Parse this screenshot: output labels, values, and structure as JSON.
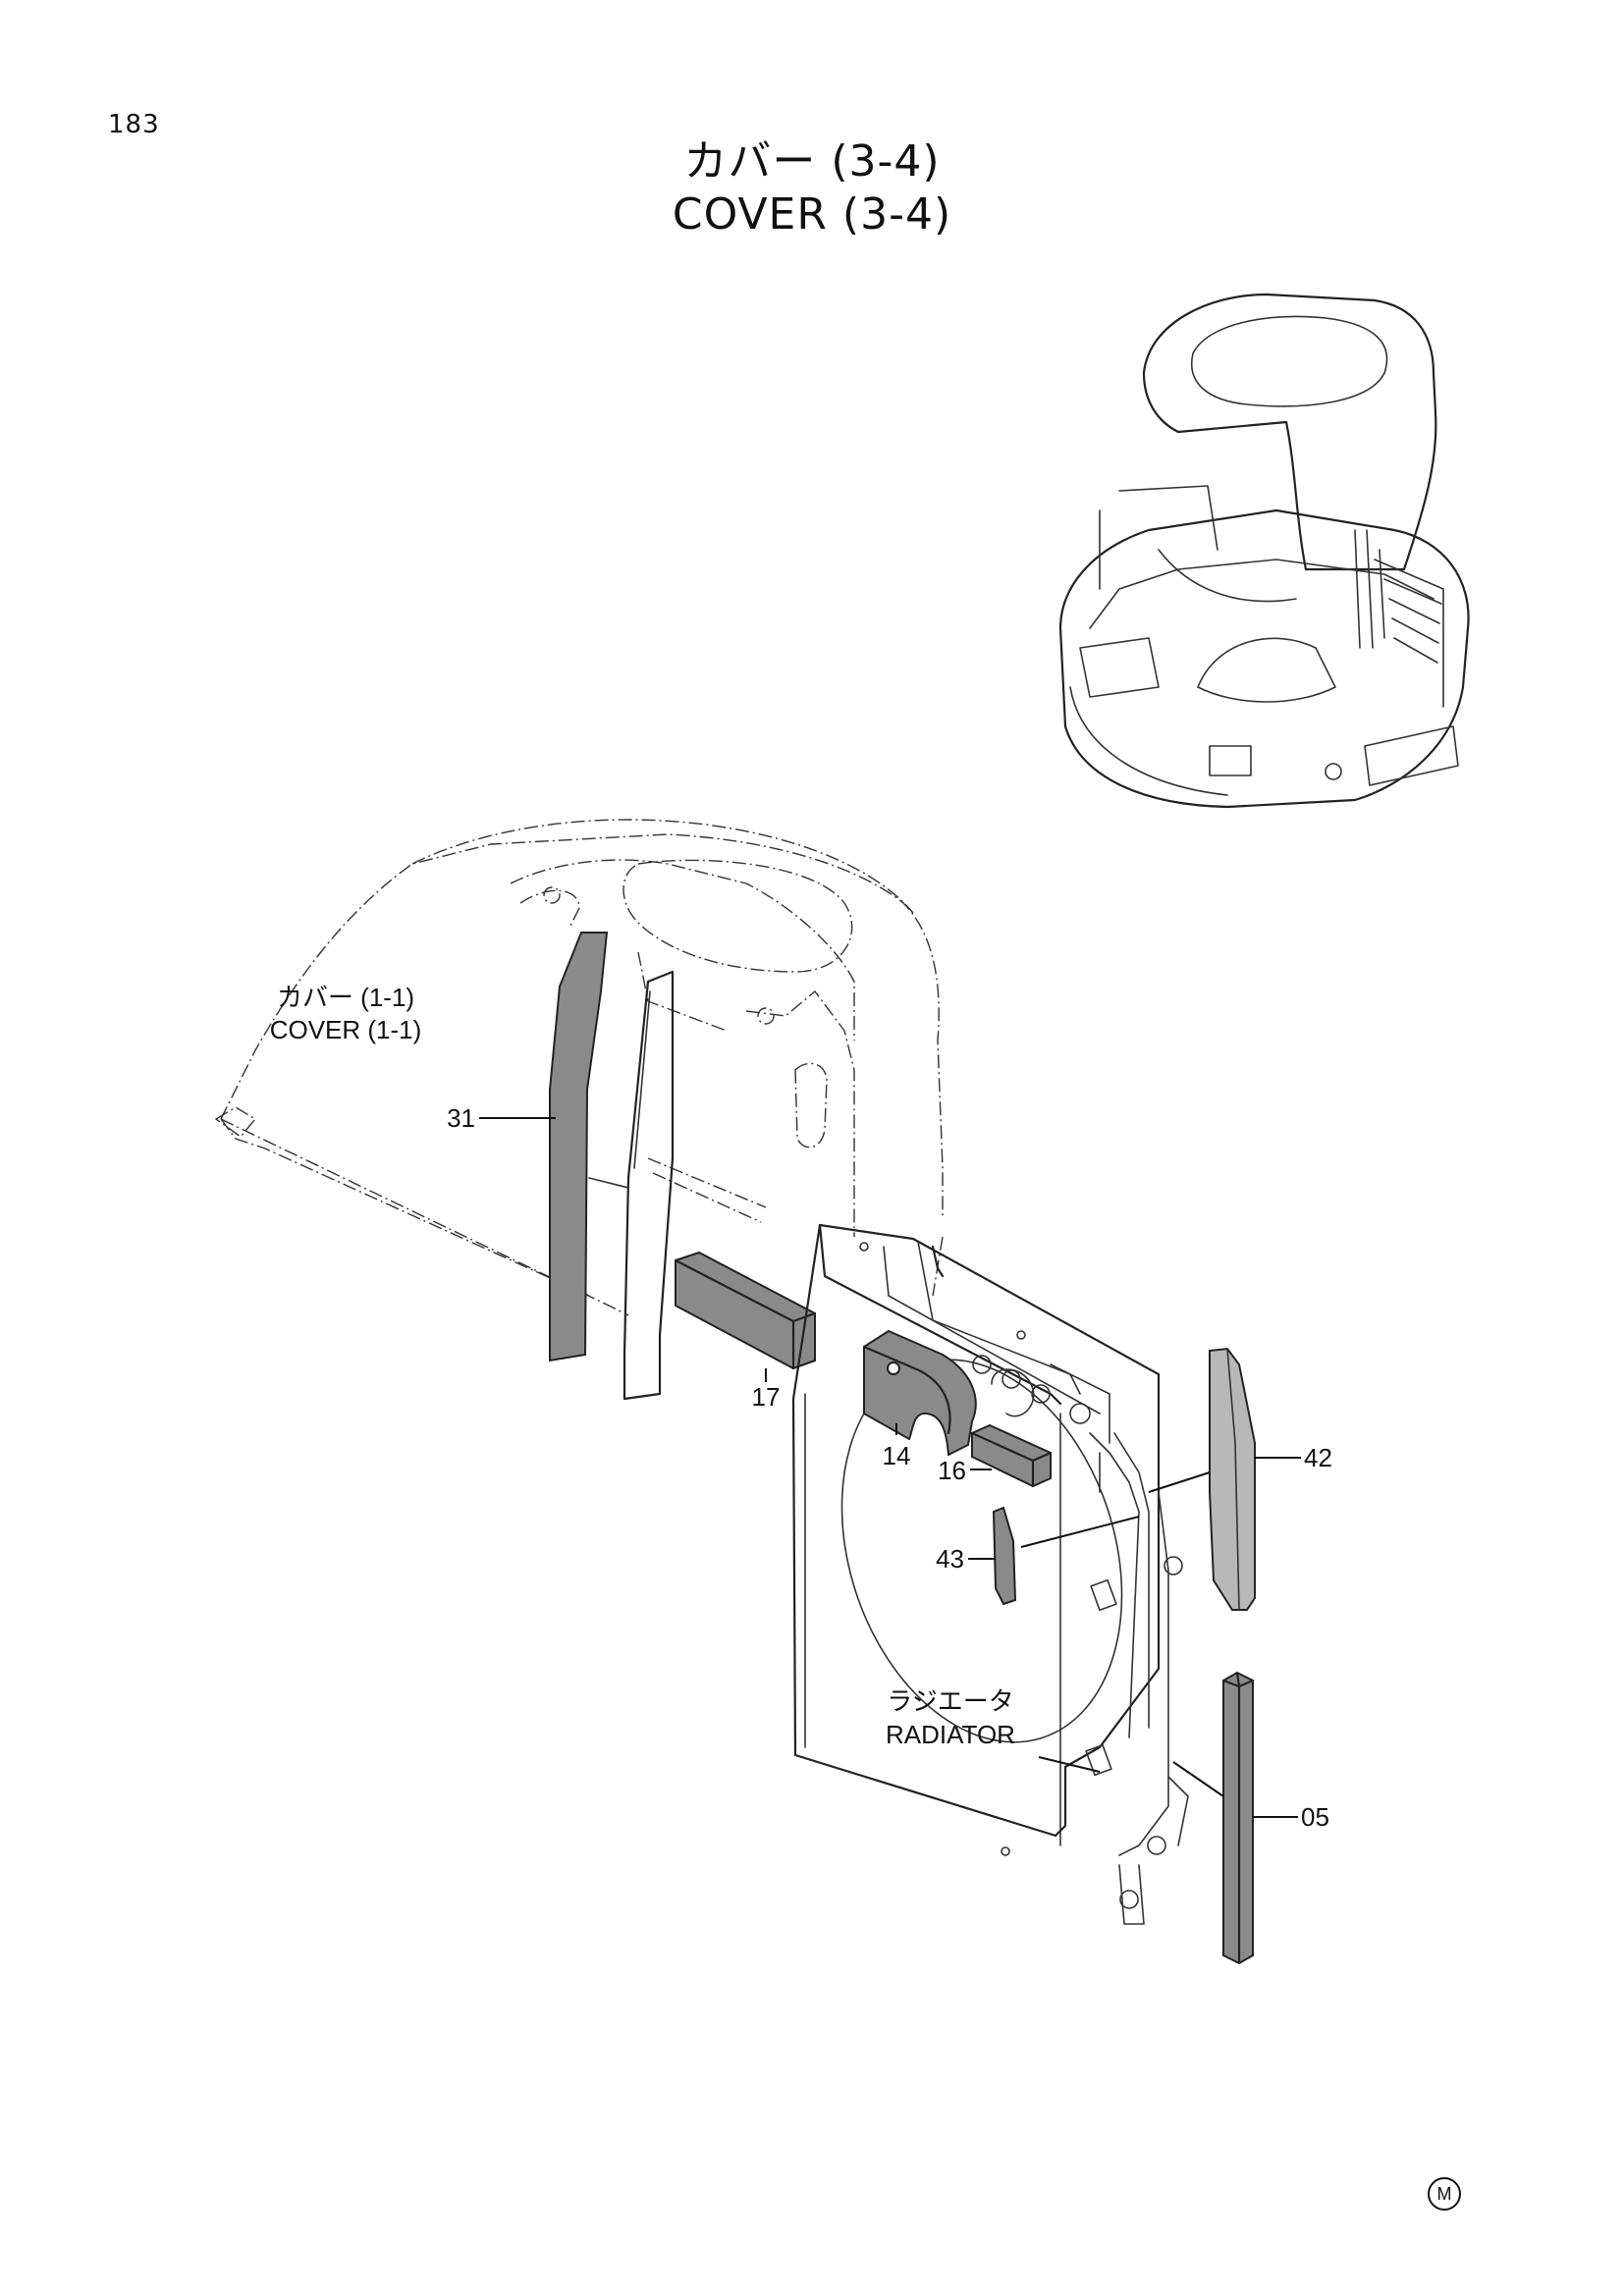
{
  "page": {
    "number": "183",
    "title_ja": "カバー (3-4)",
    "title_en": "COVER (3-4)",
    "mark": "M"
  },
  "labels": {
    "ref_cover_ja": "カバー (1-1)",
    "ref_cover_en": "COVER (1-1)",
    "ref_radiator_ja": "ラジエータ",
    "ref_radiator_en": "RADIATOR"
  },
  "callouts": {
    "p31": "31",
    "p17": "17",
    "p14": "14",
    "p16": "16",
    "p42": "42",
    "p43": "43",
    "p05": "05"
  }
}
